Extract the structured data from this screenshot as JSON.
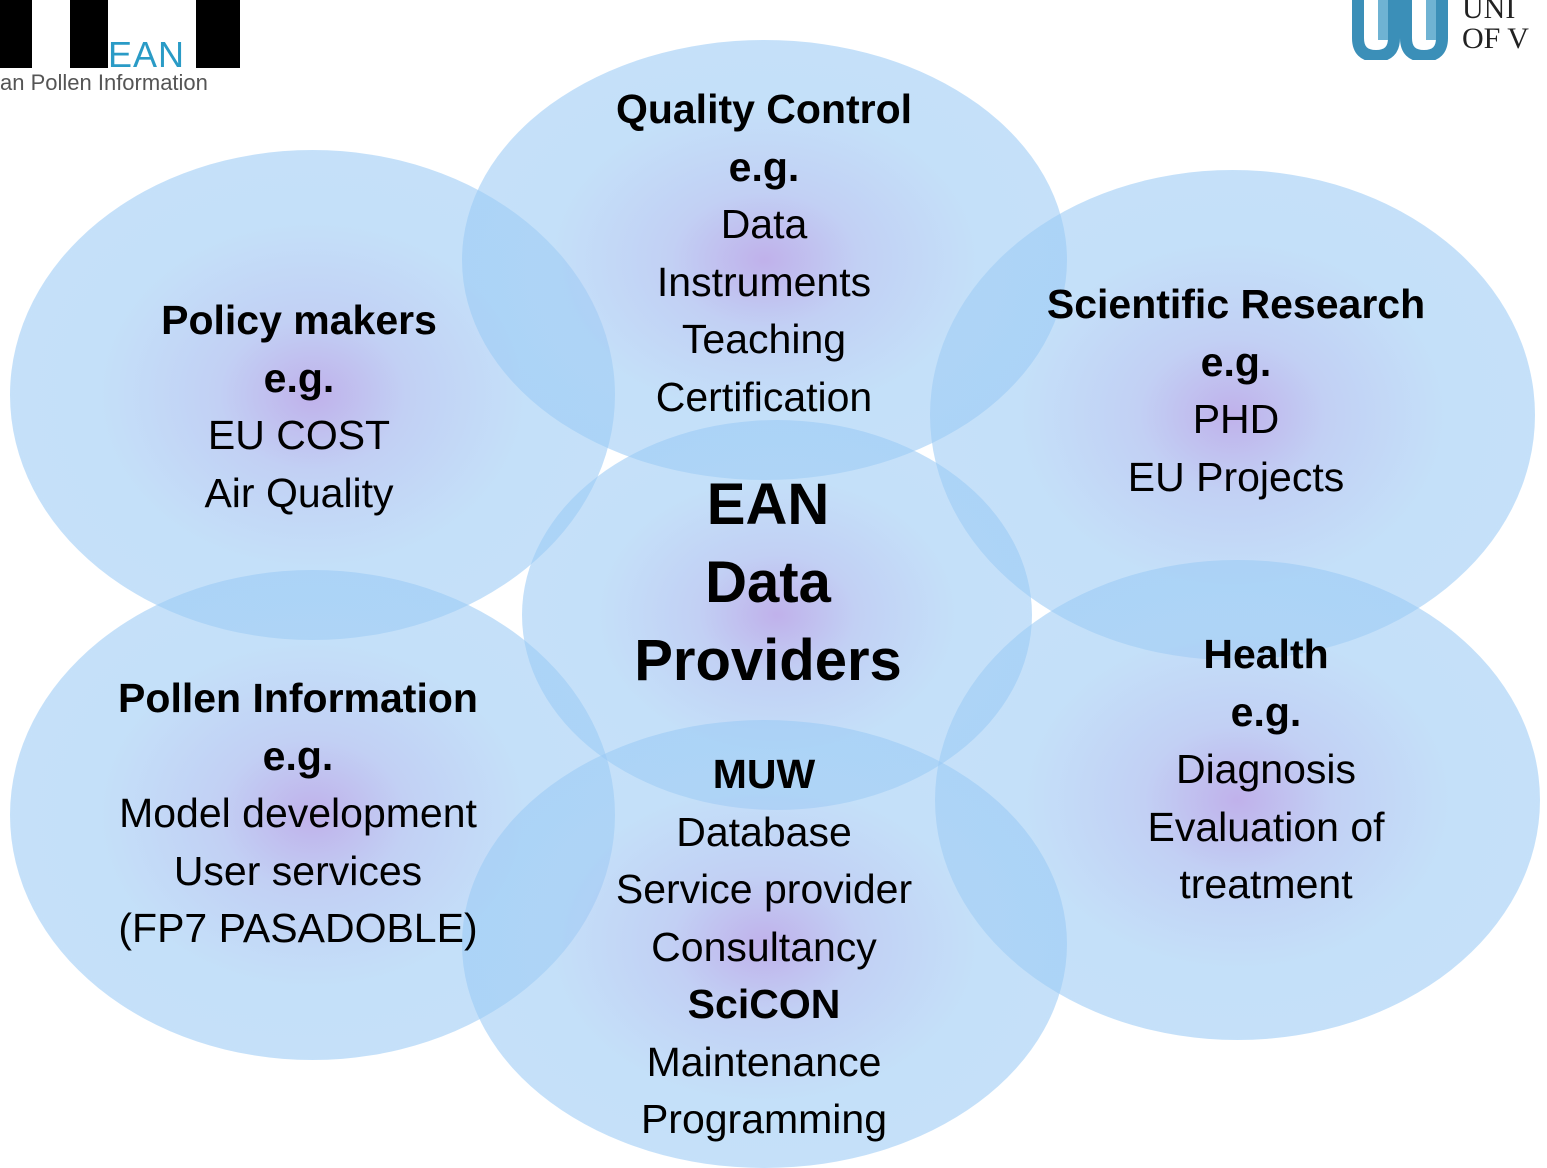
{
  "logos": {
    "ean": {
      "wordmark": "EAN",
      "subtitle": "an Pollen Information"
    },
    "university": {
      "line1": "UNI",
      "line2": "OF V"
    }
  },
  "diagram": {
    "center": {
      "lines": [
        "EAN",
        "Data",
        "Providers"
      ]
    },
    "quality_control": {
      "title": "Quality Control",
      "eg": "e.g.",
      "items": [
        "Data",
        "Instruments",
        "Teaching",
        "Certification"
      ]
    },
    "policy_makers": {
      "title": "Policy makers",
      "eg": "e.g.",
      "items": [
        "EU COST",
        "Air Quality"
      ]
    },
    "scientific_research": {
      "title": "Scientific Research",
      "eg": "e.g.",
      "items": [
        "PHD",
        "EU Projects"
      ]
    },
    "pollen_information": {
      "title": "Pollen Information",
      "eg": "e.g.",
      "items": [
        "Model development",
        "User services",
        "(FP7 PASADOBLE)"
      ]
    },
    "health": {
      "title": "Health",
      "eg": "e.g.",
      "items": [
        "Diagnosis",
        "Evaluation of",
        "treatment"
      ]
    },
    "muw": {
      "title": "MUW",
      "items": [
        "Database",
        "Service provider",
        "Consultancy"
      ],
      "subtitle": "SciCON",
      "subitems": [
        "Maintenance",
        "Programming"
      ]
    }
  }
}
